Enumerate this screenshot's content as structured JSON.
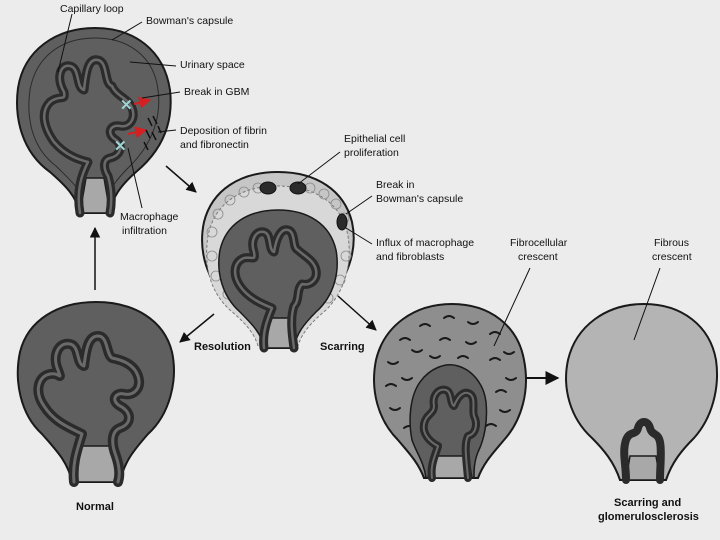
{
  "labels": {
    "capillary_loop": "Capillary loop",
    "bowmans_capsule": "Bowman's capsule",
    "urinary_space": "Urinary space",
    "break_gbm": "Break in GBM",
    "deposition_line1": "Deposition of fibrin",
    "deposition_line2": "and fibronectin",
    "macrophage_line1": "Macrophage",
    "macrophage_line2": "infiltration",
    "epithelial_line1": "Epithelial cell",
    "epithelial_line2": "proliferation",
    "break_capsule_line1": "Break in",
    "break_capsule_line2": "Bowman's capsule",
    "influx_line1": "Influx of macrophage",
    "influx_line2": "and fibroblasts",
    "fibrocellular_line1": "Fibrocellular",
    "fibrocellular_line2": "crescent",
    "fibrous_line1": "Fibrous",
    "fibrous_line2": "crescent",
    "resolution": "Resolution",
    "scarring": "Scarring",
    "normal": "Normal",
    "scarring_glomerulo_line1": "Scarring and",
    "scarring_glomerulo_line2": "glomerulosclerosis"
  },
  "colors": {
    "background": "#ececec",
    "capsule_dark": "#5f5f5f",
    "capsule_medium": "#8e8e8e",
    "fibrous_fill": "#b4b4b4",
    "loop_dark": "#2b2b2b",
    "outline": "#1a1a1a",
    "stem": "#a8a8a8",
    "break_marker": "#d42020",
    "cross_marker": "#9fd4d4"
  }
}
